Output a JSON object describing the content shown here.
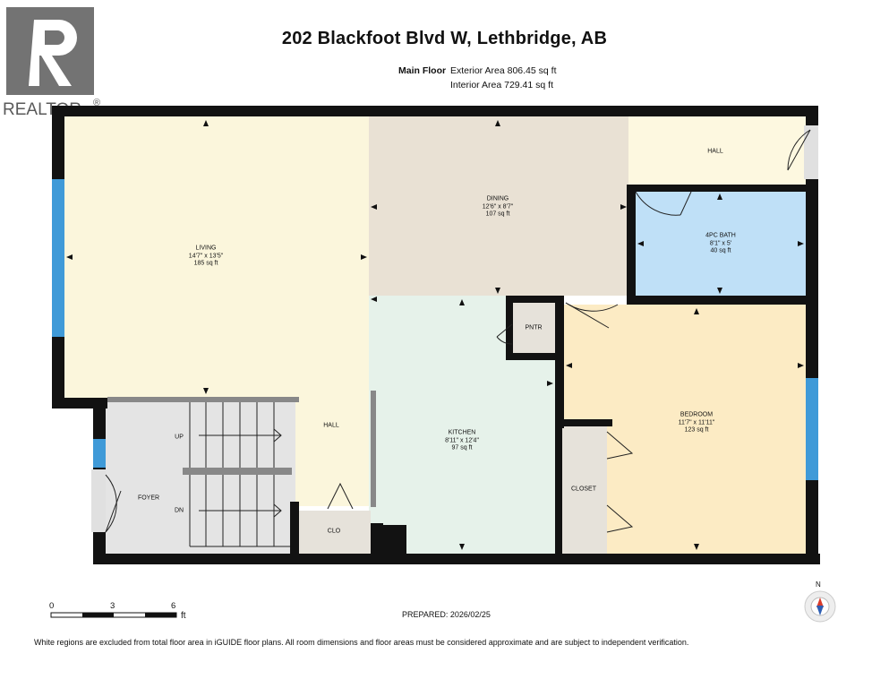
{
  "header": {
    "title": "202 Blackfoot Blvd W, Lethbridge, AB",
    "floor_label": "Main Floor",
    "exterior_area": "Exterior Area 806.45 sq ft",
    "interior_area": "Interior Area 729.41 sq ft"
  },
  "watermark": {
    "text": "REALTOR",
    "mark": "®"
  },
  "rooms": {
    "living": {
      "name": "LIVING",
      "dims": "14'7\" x 13'5\"",
      "area": "185 sq ft"
    },
    "dining": {
      "name": "DINING",
      "dims": "12'6\" x 8'7\"",
      "area": "107 sq ft"
    },
    "bath": {
      "name": "4PC BATH",
      "dims": "8'1\" x 5'",
      "area": "40 sq ft"
    },
    "kitchen": {
      "name": "KITCHEN",
      "dims": "8'11\" x 12'4\"",
      "area": "97 sq ft"
    },
    "bedroom": {
      "name": "BEDROOM",
      "dims": "11'7\" x 11'11\"",
      "area": "123 sq ft"
    },
    "hall_top": "HALL",
    "hall_mid": "HALL",
    "pantry": "PNTR",
    "closet": "CLOSET",
    "clo": "CLO",
    "foyer": "FOYER",
    "up": "UP",
    "dn": "DN"
  },
  "scale": {
    "ticks": [
      "0",
      "3",
      "6"
    ],
    "unit": "ft"
  },
  "compass": {
    "label": "N"
  },
  "prepared": "PREPARED: 2026/02/25",
  "footer": "White regions are excluded from total floor area in iGUIDE floor plans. All room dimensions and floor areas must be considered approximate and are subject to independent verification.",
  "colors": {
    "living": "#fbf6dc",
    "dining": "#e9e1d4",
    "bath": "#bfe0f7",
    "kitchen": "#e6f2ea",
    "bedroom": "#fcebc4",
    "hall": "#fdf8e0",
    "neutral": "#e6e2da",
    "foyer": "#e4e4e4",
    "wall": "#121212",
    "window": "#3f9ad8"
  }
}
